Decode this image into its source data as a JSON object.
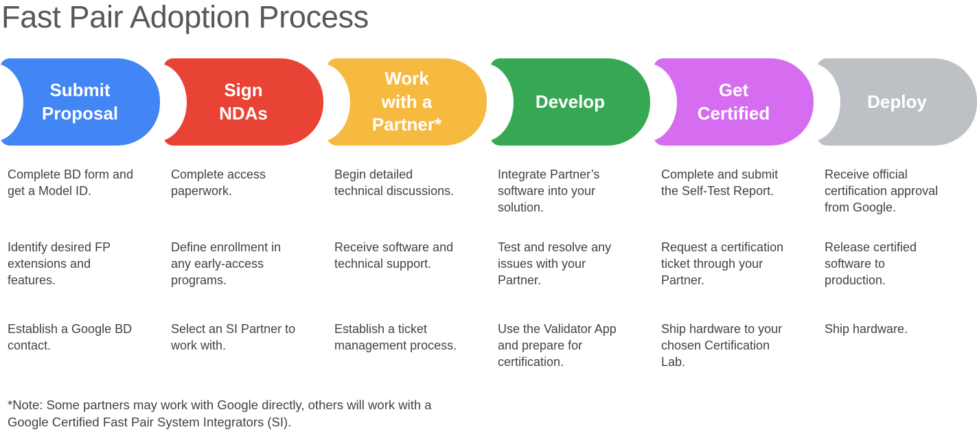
{
  "title": "Fast Pair Adoption Process",
  "footnote": "*Note: Some partners may work with Google directly, others will work with a\nGoogle Certified Fast Pair System Integrators (SI).",
  "stages": [
    {
      "label": "Submit\nProposal",
      "color": "#4285F4",
      "items": [
        "Complete BD form and\nget a Model ID.",
        "Identify desired FP\nextensions and\nfeatures.",
        "Establish a Google BD\ncontact."
      ]
    },
    {
      "label": "Sign\nNDAs",
      "color": "#E94335",
      "items": [
        "Complete access\npaperwork.",
        "Define enrollment in\nany early-access\nprograms.",
        "Select an SI Partner to\nwork with."
      ]
    },
    {
      "label": "Work\nwith a\nPartner*",
      "color": "#F6BA40",
      "items": [
        "Begin detailed\ntechnical discussions.",
        "Receive software and\ntechnical support.",
        "Establish a ticket\nmanagement process."
      ]
    },
    {
      "label": "Develop",
      "color": "#36A853",
      "items": [
        "Integrate Partner’s\nsoftware into your\nsolution.",
        "Test and resolve any\nissues with your\nPartner.",
        "Use the Validator App\nand prepare for\ncertification."
      ]
    },
    {
      "label": "Get\nCertified",
      "color": "#D66CEF",
      "items": [
        "Complete and submit\nthe Self-Test Report.",
        "Request a certification\nticket through your\nPartner.",
        "Ship hardware to your\nchosen Certification\nLab."
      ]
    },
    {
      "label": "Deploy",
      "color": "#BDC1C6",
      "items": [
        "Receive official\ncertification approval\nfrom Google.",
        "Release certified\nsoftware to\nproduction.",
        "Ship hardware."
      ]
    }
  ]
}
